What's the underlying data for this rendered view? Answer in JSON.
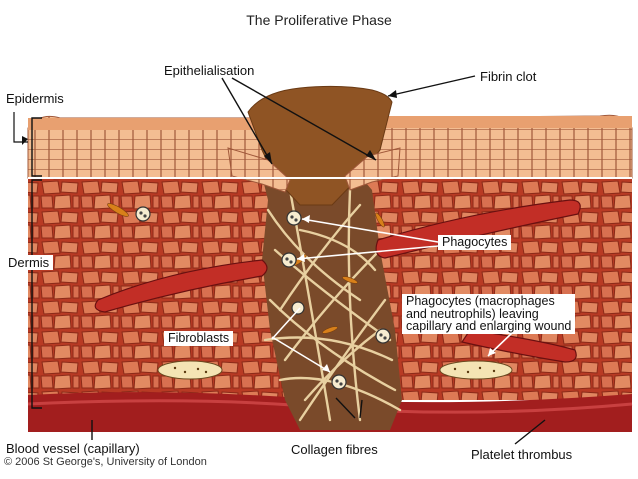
{
  "title": "The Proliferative Phase",
  "labels": {
    "epidermis": "Epidermis",
    "dermis": "Dermis",
    "epithelialisation": "Epithelialisation",
    "fibrin_clot": "Fibrin clot",
    "phagocytes": "Phagocytes",
    "phagocytes_leaving_1": "Phagocytes (macrophages",
    "phagocytes_leaving_2": "and neutrophils) leaving",
    "phagocytes_leaving_3": "capillary and enlarging wound",
    "fibroblasts": "Fibroblasts",
    "blood_vessel": "Blood vessel (capillary)",
    "collagen_fibres": "Collagen fibres",
    "platelet_thrombus": "Platelet thrombus"
  },
  "copyright": "© 2006 St George's, University of London",
  "colors": {
    "epidermis": "#f0b487",
    "dermis": "#c8412a",
    "dermis_cell": "#e0805a",
    "fibrin_clot": "#9a5a28",
    "capillary": "#c0302a",
    "blood_layer": "#a02020",
    "collagen": "#e0c89a"
  }
}
